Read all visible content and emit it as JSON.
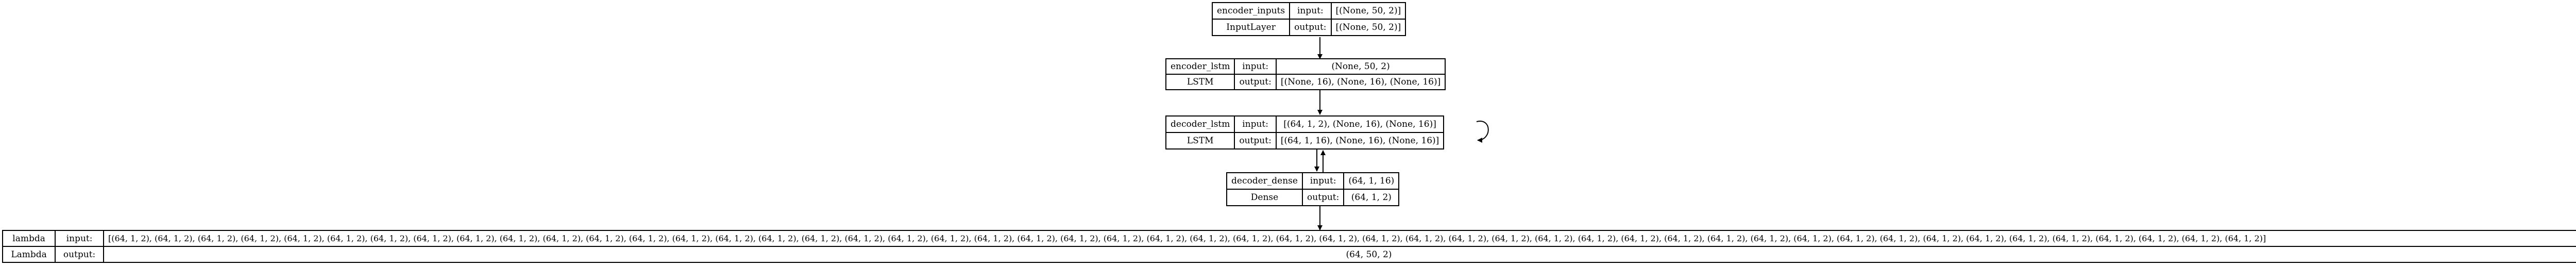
{
  "nodes": [
    {
      "id": "encoder_inputs",
      "name": "encoder_inputs",
      "type": "InputLayer",
      "input_label": "input:",
      "output_label": "output:",
      "input": "[(None, 50, 2)]",
      "output": "[(None, 50, 2)]"
    },
    {
      "id": "encoder_lstm",
      "name": "encoder_lstm",
      "type": "LSTM",
      "input_label": "input:",
      "output_label": "output:",
      "input": "(None, 50, 2)",
      "output": "[(None, 16), (None, 16), (None, 16)]"
    },
    {
      "id": "decoder_lstm",
      "name": "decoder_lstm",
      "type": "LSTM",
      "input_label": "input:",
      "output_label": "output:",
      "input": "[(64, 1, 2), (None, 16), (None, 16)]",
      "output": "[(64, 1, 16), (None, 16), (None, 16)]"
    },
    {
      "id": "decoder_dense",
      "name": "decoder_dense",
      "type": "Dense",
      "input_label": "input:",
      "output_label": "output:",
      "input": "(64, 1, 16)",
      "output": "(64, 1, 2)"
    },
    {
      "id": "lambda",
      "name": "lambda",
      "type": "Lambda",
      "input_label": "input:",
      "output_label": "output:",
      "input": "[(64, 1, 2), (64, 1, 2), (64, 1, 2), (64, 1, 2), (64, 1, 2), (64, 1, 2), (64, 1, 2), (64, 1, 2), (64, 1, 2), (64, 1, 2), (64, 1, 2), (64, 1, 2), (64, 1, 2), (64, 1, 2), (64, 1, 2), (64, 1, 2), (64, 1, 2), (64, 1, 2), (64, 1, 2), (64, 1, 2), (64, 1, 2), (64, 1, 2), (64, 1, 2), (64, 1, 2), (64, 1, 2), (64, 1, 2), (64, 1, 2), (64, 1, 2), (64, 1, 2), (64, 1, 2), (64, 1, 2), (64, 1, 2), (64, 1, 2), (64, 1, 2), (64, 1, 2), (64, 1, 2), (64, 1, 2), (64, 1, 2), (64, 1, 2), (64, 1, 2), (64, 1, 2), (64, 1, 2), (64, 1, 2), (64, 1, 2), (64, 1, 2), (64, 1, 2), (64, 1, 2), (64, 1, 2), (64, 1, 2), (64, 1, 2)]",
      "output": "(64, 50, 2)"
    }
  ],
  "edges": [
    {
      "from": "encoder_inputs",
      "to": "encoder_lstm"
    },
    {
      "from": "encoder_lstm",
      "to": "decoder_lstm"
    },
    {
      "from": "decoder_lstm",
      "to": "decoder_dense"
    },
    {
      "from": "decoder_dense",
      "to": "decoder_lstm"
    },
    {
      "from": "decoder_lstm",
      "to": "decoder_lstm"
    },
    {
      "from": "decoder_dense",
      "to": "lambda"
    }
  ]
}
